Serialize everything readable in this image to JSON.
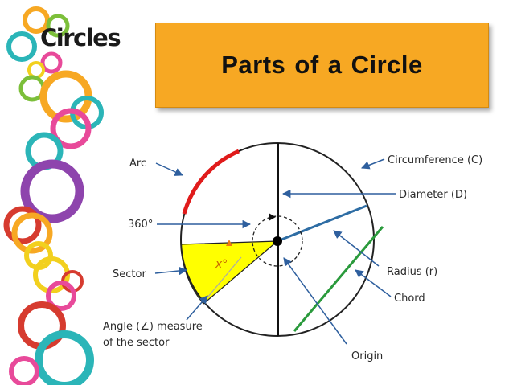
{
  "header": {
    "deck_title": "Circles",
    "slide_title": "Parts of a Circle"
  },
  "labels": {
    "arc": "Arc",
    "deg360": "360°",
    "sector": "Sector",
    "angle_line1": "Angle (∠) measure",
    "angle_line2": "of the sector",
    "x_deg": "x°",
    "circumference": "Circumference (C)",
    "diameter": "Diameter (D)",
    "radius": "Radius (r)",
    "chord": "Chord",
    "origin": "Origin"
  },
  "colors": {
    "title_box": "#f7a823",
    "arc": "#e01b1b",
    "sector": "#ffff00",
    "radius": "#2e6da4",
    "chord": "#2a9a3c",
    "arrow": "#2e5f9e",
    "ring_palette": [
      "#f7a823",
      "#e84a9a",
      "#8e44ad",
      "#2bb5b8",
      "#d63b2f",
      "#7cbf3a",
      "#f2d01e"
    ]
  }
}
